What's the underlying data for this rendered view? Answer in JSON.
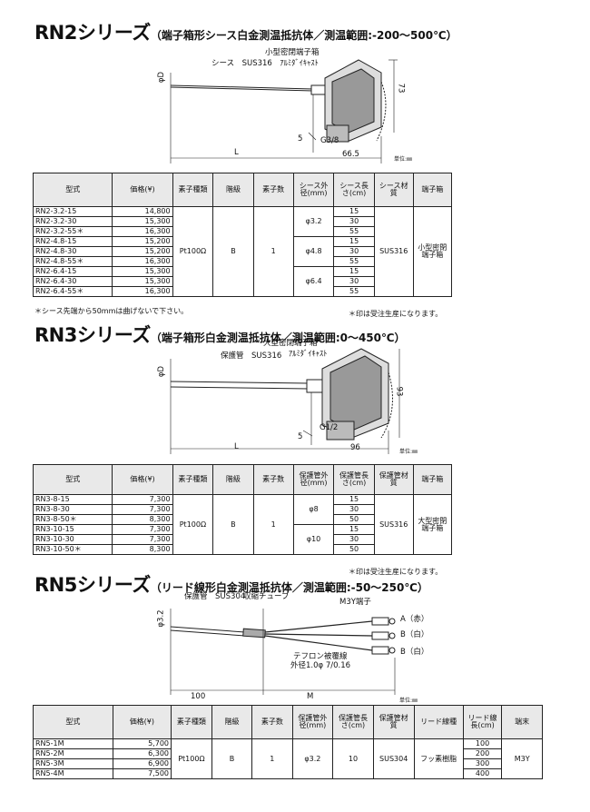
{
  "rn2": {
    "title": "RN2シリーズ",
    "subtitle": "（端子箱形シース白金測温抵抗体／測温範囲:-200～500℃）",
    "diagram": {
      "box_label": "小型密閉端子箱",
      "sheath_label": "シース",
      "sheath_mat": "SUS316",
      "box_mat": "ｱﾙﾐﾀﾞｲｷｬｽﾄ",
      "dia": "φD",
      "height": "73",
      "five": "5",
      "thread": "G3/8",
      "length": "L",
      "width": "66.5",
      "unit": "単位:㎜"
    },
    "headers": [
      "型式",
      "価格(¥)",
      "素子種類",
      "階級",
      "素子数",
      "シース外径(mm)",
      "シース長さ(cm)",
      "シース材質",
      "端子箱"
    ],
    "rows": [
      {
        "model": "RN2-3.2-15",
        "price": "14,800"
      },
      {
        "model": "RN2-3.2-30",
        "price": "15,300"
      },
      {
        "model": "RN2-3.2-55＊",
        "price": "16,300"
      },
      {
        "model": "RN2-4.8-15",
        "price": "15,200"
      },
      {
        "model": "RN2-4.8-30",
        "price": "15,200"
      },
      {
        "model": "RN2-4.8-55＊",
        "price": "16,300"
      },
      {
        "model": "RN2-6.4-15",
        "price": "15,300"
      },
      {
        "model": "RN2-6.4-30",
        "price": "15,300"
      },
      {
        "model": "RN2-6.4-55＊",
        "price": "16,300"
      }
    ],
    "lengths": [
      "15",
      "30",
      "55",
      "15",
      "30",
      "55",
      "15",
      "30",
      "55"
    ],
    "element": "Pt100Ω",
    "grade": "B",
    "count": "1",
    "diameters": [
      "φ3.2",
      "φ4.8",
      "φ6.4"
    ],
    "material": "SUS316",
    "box": "小型密閉端子箱",
    "note_left": "＊シース先端から50mmは曲げないで下さい。",
    "note_right": "＊印は受注生産になります。"
  },
  "rn3": {
    "title": "RN3シリーズ",
    "subtitle": "（端子箱形白金測温抵抗体／測温範囲:0～450℃）",
    "diagram": {
      "box_label": "大型密閉端子箱",
      "tube_label": "保護管",
      "tube_mat": "SUS316",
      "box_mat": "ｱﾙﾐﾀﾞｲｷｬｽﾄ",
      "dia": "φD",
      "height": "93",
      "five": "5",
      "thread": "G1/2",
      "length": "L",
      "width": "96",
      "unit": "単位:㎜"
    },
    "headers": [
      "型式",
      "価格(¥)",
      "素子種類",
      "階級",
      "素子数",
      "保護管外径(mm)",
      "保護管長さ(cm)",
      "保護管材質",
      "端子箱"
    ],
    "rows": [
      {
        "model": "RN3-8-15",
        "price": "7,300"
      },
      {
        "model": "RN3-8-30",
        "price": "7,300"
      },
      {
        "model": "RN3-8-50＊",
        "price": "8,300"
      },
      {
        "model": "RN3-10-15",
        "price": "7,300"
      },
      {
        "model": "RN3-10-30",
        "price": "7,300"
      },
      {
        "model": "RN3-10-50＊",
        "price": "8,300"
      }
    ],
    "lengths": [
      "15",
      "30",
      "50",
      "15",
      "30",
      "50"
    ],
    "element": "Pt100Ω",
    "grade": "B",
    "count": "1",
    "diameters": [
      "φ8",
      "φ10"
    ],
    "material": "SUS316",
    "box": "大型密閉端子箱",
    "note_right": "＊印は受注生産になります。"
  },
  "rn5": {
    "title": "RN5シリーズ",
    "subtitle": "（リード線形白金測温抵抗体／測温範囲:-50～250℃）",
    "diagram": {
      "tube_label": "保護管",
      "tube_mat": "SUS304",
      "shrink_label": "収縮チューブ",
      "terminal_label": "M3Y端子",
      "dia": "φ3.2",
      "wire_a": "A（赤）",
      "wire_b1": "B（白）",
      "wire_b2": "B（白）",
      "teflon": "テフロン被覆線",
      "teflon_spec": "外径1.0φ 7/0.16",
      "len_100": "100",
      "len_m": "M",
      "unit": "単位:㎜"
    },
    "headers": [
      "型式",
      "価格(¥)",
      "素子種類",
      "階級",
      "素子数",
      "保護管外径(mm)",
      "保護管長さ(cm)",
      "保護管材質",
      "リード線種",
      "リード線長(cm)",
      "端末"
    ],
    "rows": [
      {
        "model": "RN5-1M",
        "price": "5,700"
      },
      {
        "model": "RN5-2M",
        "price": "6,300"
      },
      {
        "model": "RN5-3M",
        "price": "6,900"
      },
      {
        "model": "RN5-4M",
        "price": "7,500"
      }
    ],
    "lead_lengths": [
      "100",
      "200",
      "300",
      "400"
    ],
    "element": "Pt100Ω",
    "grade": "B",
    "count": "1",
    "diameter": "φ3.2",
    "tube_len": "10",
    "material": "SUS304",
    "lead_type": "フッ素樹脂",
    "terminal": "M3Y"
  }
}
